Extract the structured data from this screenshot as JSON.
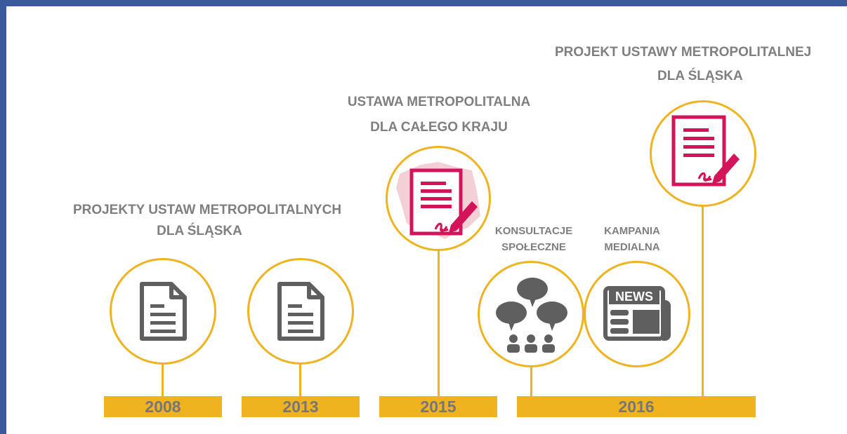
{
  "headings": {
    "projekty": {
      "line1": "PROJEKTY USTAW METROPOLITALNYCH",
      "line2": "DLA ŚLĄSKA"
    },
    "ustawa_kraj": {
      "line1": "USTAWA METROPOLITALNA",
      "line2": "DLA CAŁEGO KRAJU"
    },
    "projekt_slask": {
      "line1": "PROJEKT USTAWY METROPOLITALNEJ",
      "line2": "DLA ŚLĄSKA"
    },
    "konsultacje": {
      "line1": "KONSULTACJE",
      "line2": "SPOŁECZNE"
    },
    "kampania": {
      "line1": "KAMPANIA",
      "line2": "MEDIALNA"
    }
  },
  "years": {
    "y2008": "2008",
    "y2013": "2013",
    "y2015": "2015",
    "y2016": "2016"
  },
  "news_badge": "NEWS",
  "icons": {
    "c2008": "document-icon",
    "c2013": "document-icon",
    "c2015": "signed-document-poland-map-icon",
    "c2016_consult": "speech-bubbles-people-icon",
    "c2016_media": "newspaper-icon",
    "c2016_project": "signed-document-icon"
  },
  "colors": {
    "frame": "#3a5a9c",
    "accent": "#f0b320",
    "text_gray": "#7f7f7f",
    "icon_gray": "#5f5f5f",
    "signature_pink": "#d4145a",
    "map_pink": "#f3d0d6"
  }
}
